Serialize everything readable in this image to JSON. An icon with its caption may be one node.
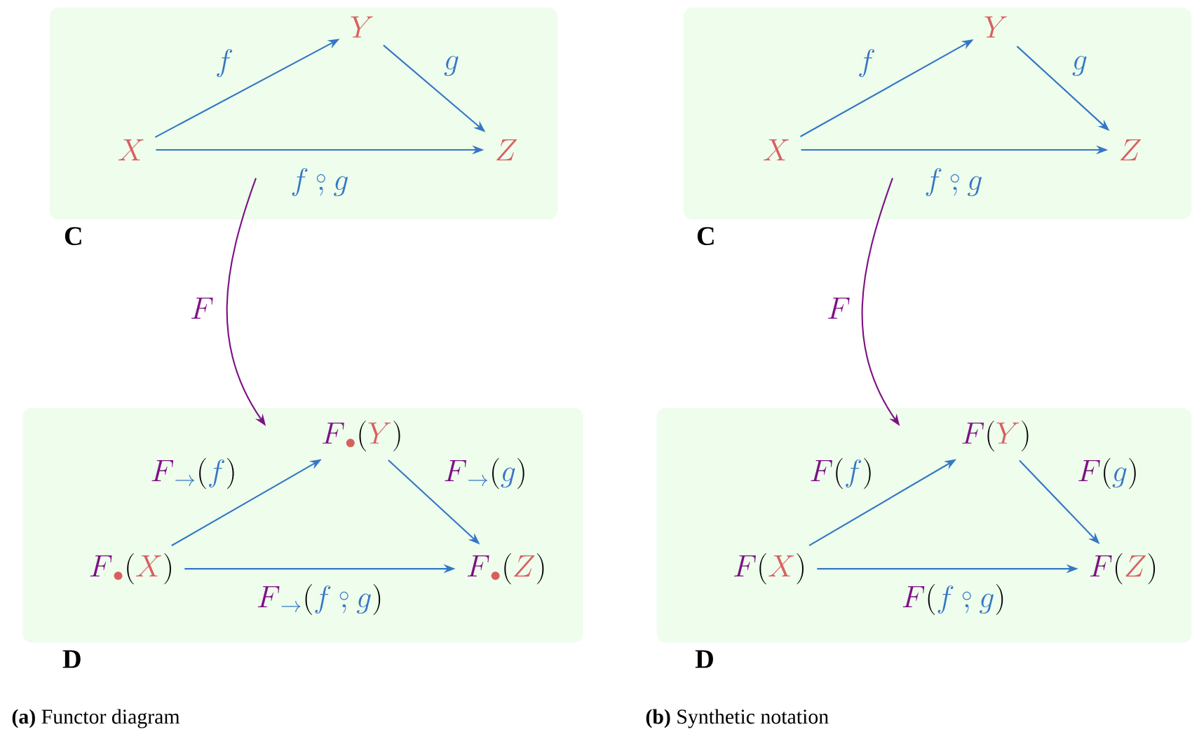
{
  "diagram": {
    "nodes": [
      {
        "text": [
          "C"
        ]
      },
      {
        "text": [
          "\\textcolor[HTML]{D95F5F}{X}"
        ],
        "in": 0
      },
      {
        "text": [
          "\\textcolor[HTML]{D95F5F}{Y}"
        ],
        "in": 0
      },
      {
        "text": [
          "\\textcolor[HTML]{D95F5F}{Z}"
        ],
        "in": 0
      },
      {
        "text": [
          "D"
        ]
      },
      {
        "text": [
          "\\textcolor[HTML]{7D1185}{F}_{\\textcolor[HTML]{D95F5F}{\\bullet}}(\\textcolor[HTML]{D95F5F}{X})"
        ],
        "in": 4
      },
      {
        "text": [
          "\\textcolor[HTML]{7D1185}{F}_{\\textcolor[HTML]{D95F5F}{\\bullet}}(\\textcolor[HTML]{D95F5F}{Y})"
        ],
        "in": 4
      },
      {
        "text": [
          "\\textcolor[HTML]{7D1185}{F}_{\\textcolor[HTML]{D95F5F}{\\bullet}}(\\textcolor[HTML]{D95F5F}{Z})"
        ],
        "in": 4
      },
      {
        "text": [
          "C"
        ]
      },
      {
        "text": [
          "\\textcolor[HTML]{D95F5F}{X}"
        ],
        "in": 8
      },
      {
        "text": [
          "\\textcolor[HTML]{D95F5F}{Y}"
        ],
        "in": 8
      },
      {
        "text": [
          "\\textcolor[HTML]{D95F5F}{Z}"
        ],
        "in": 8
      },
      {
        "text": [
          "D"
        ]
      },
      {
        "text": [
          "\\textcolor[HTML]{7D1185}{F}(\\textcolor[HTML]{D95F5F}{X})"
        ],
        "in": 12
      },
      {
        "text": [
          "\\textcolor[HTML]{7D1185}{F}(\\textcolor[HTML]{D95F5F}{Y})"
        ],
        "in": 12
      },
      {
        "text": [
          "\\textcolor[HTML]{7D1185}{F}(\\textcolor[HTML]{D95F5F}{Z})"
        ],
        "in": 12
      }
    ],
    "edges": [
      {
        "from": 1,
        "to": 2,
        "arrow": "to",
        "label": "\\textcolor[HTML]{3577C4}{f}"
      },
      {
        "from": 2,
        "to": 3,
        "arrow": "to",
        "label": "\\textcolor[HTML]{3577C4}{g}"
      },
      {
        "from": 1,
        "to": 3,
        "arrow": "to",
        "label": "\\textcolor[HTML]{3577C4}{f \\mathbin{\\stackrel{\\circ}{,}} g}"
      },
      {
        "from": 0,
        "to": 4,
        "arrow": "to",
        "label": "\\textcolor[HTML]{7D1185}{F}",
        "color": "#7d1185"
      },
      {
        "from": 5,
        "to": 6,
        "arrow": "to",
        "label": "\\textcolor[HTML]{7D1185}{F}_{\\textcolor[HTML]{3577C4}{\\to}}(\\textcolor[HTML]{3577C4}{f})"
      },
      {
        "from": 6,
        "to": 7,
        "arrow": "to",
        "label": "\\textcolor[HTML]{7D1185}{F}_{\\textcolor[HTML]{3577C4}{\\to}}(\\textcolor[HTML]{3577C4}{g})"
      },
      {
        "from": 5,
        "to": 7,
        "arrow": "to",
        "label": "\\textcolor[HTML]{7D1185}{F}_{\\textcolor[HTML]{3577C4}{\\to}}(\\textcolor[HTML]{3577C4}{f \\mathbin{\\stackrel{\\circ}{,}} g})"
      },
      {
        "from": 9,
        "to": 10,
        "arrow": "to",
        "label": "\\textcolor[HTML]{3577C4}{f}"
      },
      {
        "from": 10,
        "to": 11,
        "arrow": "to",
        "label": "\\textcolor[HTML]{3577C4}{g}"
      },
      {
        "from": 9,
        "to": 11,
        "arrow": "to",
        "label": "\\textcolor[HTML]{3577C4}{f \\mathbin{\\stackrel{\\circ}{,}} g}"
      },
      {
        "from": 8,
        "to": 12,
        "arrow": "to",
        "label": "\\textcolor[HTML]{7D1185}{F}",
        "color": "#7d1185"
      },
      {
        "from": 13,
        "to": 14,
        "arrow": "to",
        "label": "\\textcolor[HTML]{7D1185}{F}(\\textcolor[HTML]{3577C4}{f})"
      },
      {
        "from": 14,
        "to": 15,
        "arrow": "to",
        "label": "\\textcolor[HTML]{7D1185}{F}(\\textcolor[HTML]{3577C4}{g})"
      },
      {
        "from": 13,
        "to": 15,
        "arrow": "to",
        "label": "\\textcolor[HTML]{7D1185}{F}(\\textcolor[HTML]{3577C4}{f \\mathbin{\\stackrel{\\circ}{,}} g})"
      }
    ],
    "labels": [
      "**(a)** Functor diagram",
      "**(b)** Synthetic notation"
    ]
  }
}
